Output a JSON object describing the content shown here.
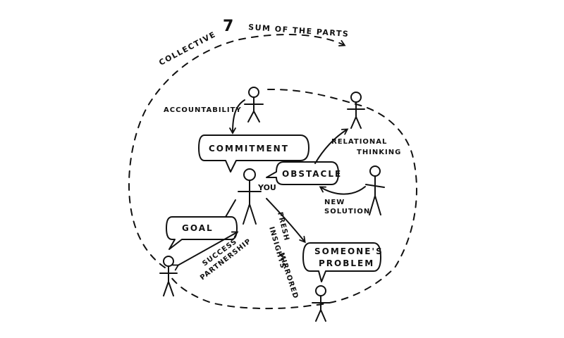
{
  "header": {
    "collective": "COLLECTIVE",
    "gt": "7",
    "sum": "SUM OF THE PARTS"
  },
  "bubbles": {
    "commitment": "COMMITMENT",
    "obstacle": "OBSTACLE",
    "goal": "GOAL",
    "someones_problem_1": "SOMEONE'S",
    "someones_problem_2": "PROBLEM"
  },
  "labels": {
    "accountability": "ACCOUNTABILITY",
    "relational_1": "RELATIONAL",
    "relational_2": "THINKING",
    "you": "YOU",
    "new_solution_1": "NEW",
    "new_solution_2": "SOLUTION",
    "success": "SUCCESS",
    "partnership": "PARTNERSHIP",
    "fresh": "FRESH",
    "insights": "INSIGHTS",
    "mirrored": "MIRRORED"
  },
  "colors": {
    "ink": "#111111",
    "background": "#ffffff"
  }
}
